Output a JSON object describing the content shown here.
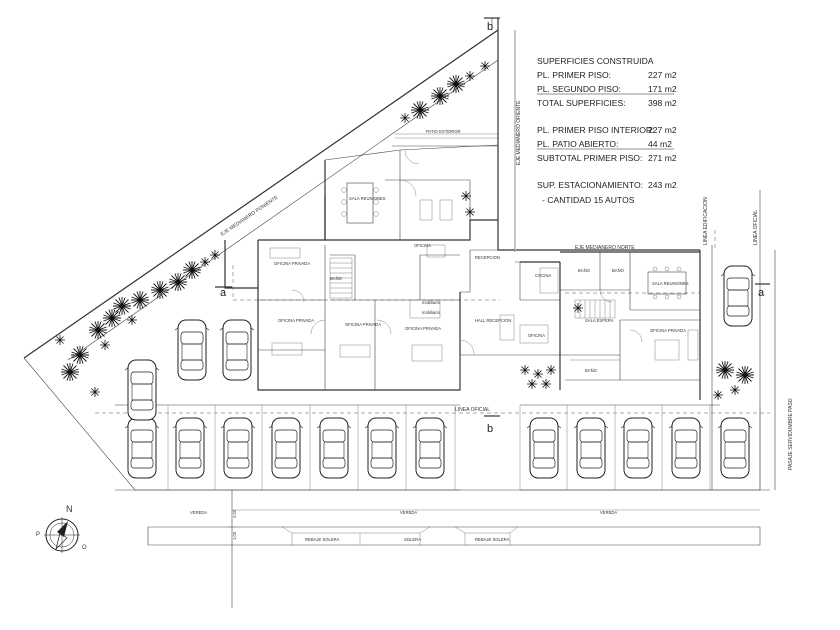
{
  "summary": {
    "title": "SUPERFICIES CONSTRUIDA",
    "rows": [
      {
        "label": "PL. PRIMER PISO:",
        "value": "227 m2",
        "underline": false
      },
      {
        "label": "PL. SEGUNDO PISO:",
        "value": "171 m2",
        "underline": true
      },
      {
        "label": "TOTAL SUPERFICIES:",
        "value": "398 m2",
        "underline": false
      },
      {
        "label": "PL. PRIMER PISO INTERIOR:",
        "value": "227 m2",
        "underline": false
      },
      {
        "label": "PL. PATIO ABIERTO:",
        "value": "44  m2",
        "underline": true
      },
      {
        "label": "SUBTOTAL PRIMER PISO:",
        "value": "271 m2",
        "underline": false
      },
      {
        "label": "SUP. ESTACIONAMIENTO:",
        "value": "243  m2",
        "underline": false
      },
      {
        "label": "- CANTIDAD 15 AUTOS",
        "value": "",
        "underline": false
      }
    ]
  },
  "axes": {
    "west": "EJE MEDIANERO PONIENTE",
    "east": "EJE MEDIANERO ORIENTE",
    "north": "EJE MEDIANERO NORTE",
    "linea_oficial": "LINEA OFICIAL",
    "linea_edificacion": "LINEA EDIFICACION",
    "linea_oficial_v": "LINEA OFICIAL",
    "pasaje": "PASAJE SERVIDUMBRE PASO"
  },
  "section_marks": {
    "b": "b",
    "a": "a"
  },
  "rooms": {
    "patio_exterior": "PATIO EXTERIOR",
    "sala_reuniones_1": "SALA REUNIONES",
    "oficina_1": "OFICINA",
    "oficina_privada_1": "OFICINA PRIVADA",
    "bano_1": "BAÑO",
    "oficina_privada_2": "OFICINA PRIVADA",
    "oficina_privada_3": "OFICINA PRIVADA",
    "oficina_privada_4": "OFICINA PRIVADA",
    "recepcion_1": "RECEPCION",
    "hall_recepcion": "HALL RECEPCION",
    "mobiliario_1": "mobiliario",
    "mobiliario_2": "mobiliario",
    "oficina_2": "OFICINA",
    "cocina": "COCINA",
    "bano_2": "BAÑO",
    "bano_3": "BAÑO",
    "sala_reuniones_2": "SALA REUNIONES",
    "sala_espera": "SALA ESPERA",
    "oficina_privada_5": "OFICINA PRIVADA",
    "bano_4": "BAÑO"
  },
  "street": {
    "vereda": "VEREDA",
    "rebaje_solera": "REBAJE SOLERA",
    "solera": "SOLERA",
    "dim_1": "4.00",
    "dim_2": "1.00"
  },
  "north_arrow": {
    "n": "N",
    "o": "O",
    "p": "P"
  }
}
